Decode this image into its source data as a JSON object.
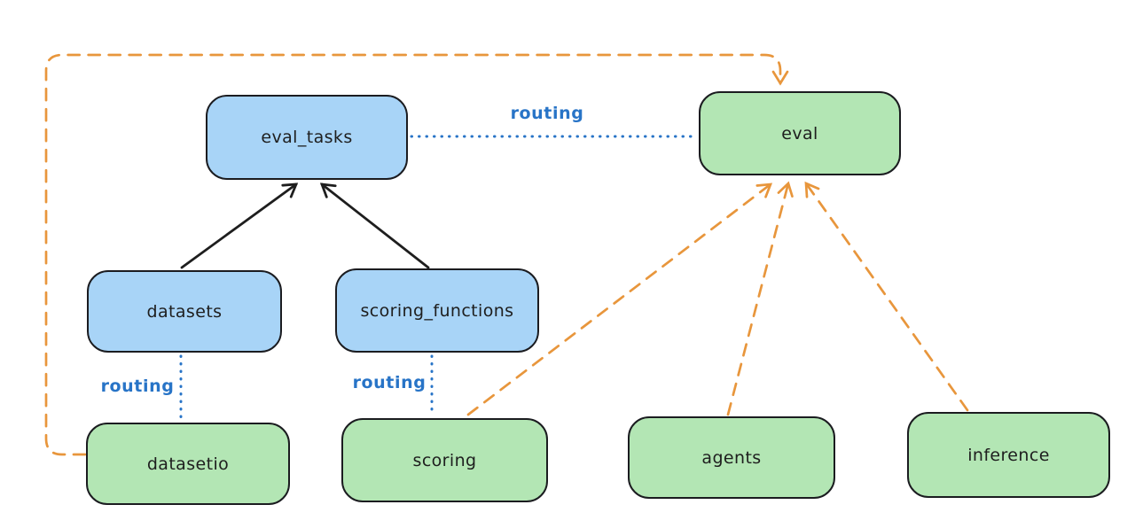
{
  "diagram": {
    "colors": {
      "background": "#ffffff",
      "node_border": "#1b1c20",
      "blue_node_fill": "#a8d4f7",
      "green_node_fill": "#b3e6b4",
      "black_edge": "#1e1e1e",
      "blue_edge": "#2874c7",
      "orange_edge": "#e8963c",
      "label_text": "#1e1e1e"
    },
    "nodes": [
      {
        "id": "eval_tasks",
        "label": "eval_tasks",
        "fill": "blue"
      },
      {
        "id": "eval",
        "label": "eval",
        "fill": "green"
      },
      {
        "id": "datasets",
        "label": "datasets",
        "fill": "blue"
      },
      {
        "id": "scoring_functions",
        "label": "scoring_functions",
        "fill": "blue"
      },
      {
        "id": "datasetio",
        "label": "datasetio",
        "fill": "green"
      },
      {
        "id": "scoring",
        "label": "scoring",
        "fill": "green"
      },
      {
        "id": "agents",
        "label": "agents",
        "fill": "green"
      },
      {
        "id": "inference",
        "label": "inference",
        "fill": "green"
      }
    ],
    "edges": [
      {
        "from": "datasets",
        "to": "eval_tasks",
        "style": "solid",
        "color": "#1e1e1e",
        "label": ""
      },
      {
        "from": "scoring_functions",
        "to": "eval_tasks",
        "style": "solid",
        "color": "#1e1e1e",
        "label": ""
      },
      {
        "from": "eval_tasks",
        "to": "eval",
        "style": "dotted",
        "color": "#2874c7",
        "label": "routing"
      },
      {
        "from": "datasets",
        "to": "datasetio",
        "style": "dotted",
        "color": "#2874c7",
        "label": "routing"
      },
      {
        "from": "scoring_functions",
        "to": "scoring",
        "style": "dotted",
        "color": "#2874c7",
        "label": "routing"
      },
      {
        "from": "datasetio",
        "to": "eval",
        "style": "dashed",
        "color": "#e8963c",
        "label": ""
      },
      {
        "from": "scoring",
        "to": "eval",
        "style": "dashed",
        "color": "#e8963c",
        "label": ""
      },
      {
        "from": "agents",
        "to": "eval",
        "style": "dashed",
        "color": "#e8963c",
        "label": ""
      },
      {
        "from": "inference",
        "to": "eval",
        "style": "dashed",
        "color": "#e8963c",
        "label": ""
      }
    ]
  }
}
